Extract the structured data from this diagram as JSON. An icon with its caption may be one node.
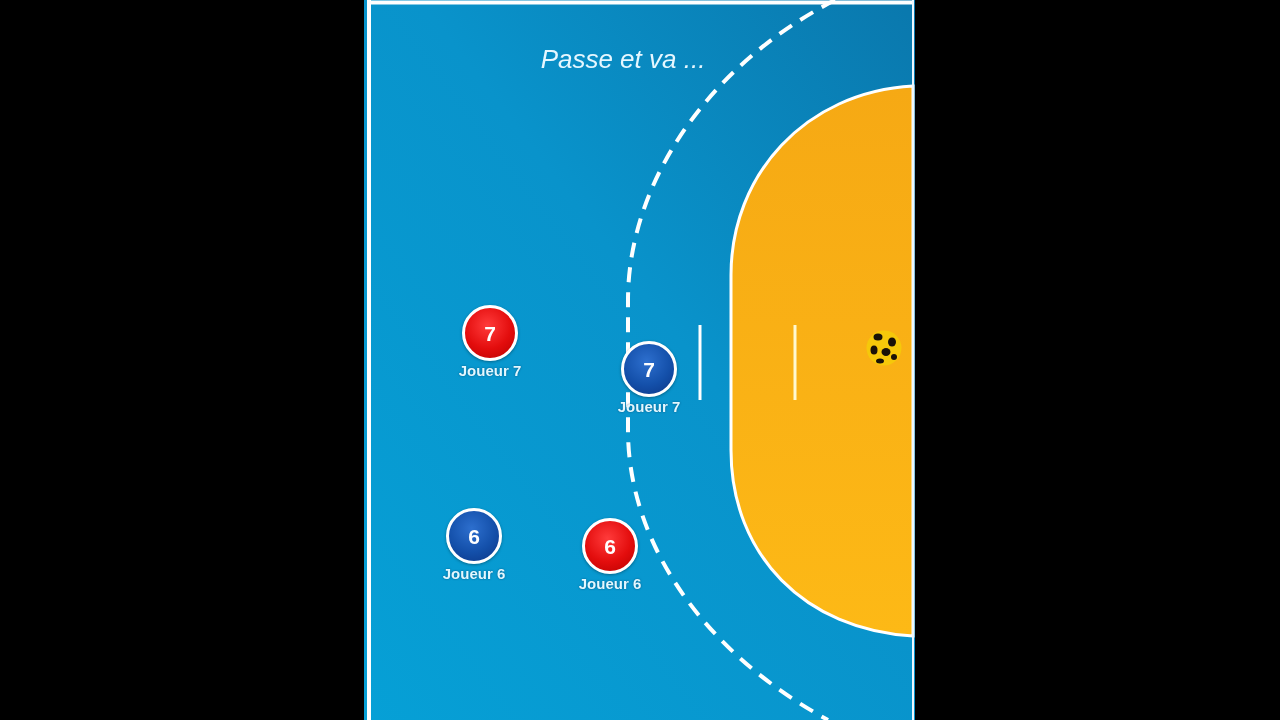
{
  "diagram": {
    "title": "Passe et va ...",
    "nodes": [
      {
        "text": [
          "7"
        ],
        "beside": [
          "Joueur 7"
        ]
      },
      {
        "text": [
          "7"
        ],
        "beside": [
          "Joueur 7"
        ]
      },
      {
        "text": [
          "6"
        ],
        "beside": [
          "Joueur 6"
        ]
      },
      {
        "text": [
          "6"
        ],
        "beside": [
          "Joueur 6"
        ]
      }
    ]
  }
}
